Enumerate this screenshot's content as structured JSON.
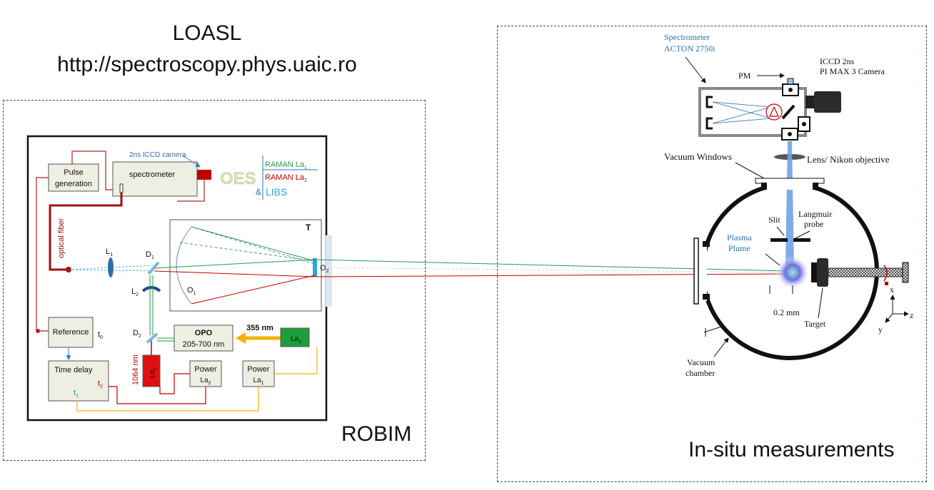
{
  "header": {
    "title": "LOASL",
    "url": "http://spectroscopy.phys.uaic.ro"
  },
  "left_panel": {
    "caption": "ROBIM",
    "pulse_generation": [
      "Pulse",
      "generation"
    ],
    "spectrometer": "spectrometer",
    "camera": "2ns ICCD camera",
    "oes": "OES",
    "raman_la1": "RAMAN La",
    "raman_la2": "RAMAN La",
    "amp": "&",
    "libs": "LIBS",
    "optical_fiber": "optical fiber",
    "l1": "L",
    "d1": "D",
    "l2": "L",
    "d2": "D",
    "o1": "O",
    "o2": "O",
    "t": "T",
    "reference": "Reference",
    "t0": "t",
    "time_delay": "Time delay",
    "t1": "t",
    "t2": "t",
    "opo": "OPO",
    "opo_range": "205-700 nm",
    "nm355": "355 nm",
    "la1": "La",
    "la2": "La",
    "nm1064": "1064 nm",
    "power": "Power",
    "power_la2": "La",
    "power_la1": "La",
    "sub1": "1",
    "sub2": "2",
    "sub0": "0"
  },
  "right_panel": {
    "caption": "In-situ measurements",
    "spectrometer": [
      "Spectrometer",
      "ACTON 2750i"
    ],
    "iccd": [
      "ICCD 2ns",
      "PI MAX 3 Camera"
    ],
    "pm": "PM",
    "vacuum_windows": "Vacuum Windows",
    "lens": "Lens/ Nikon objective",
    "slit": "Slit",
    "langmuir": [
      "Langmuir",
      "probe"
    ],
    "plasma": [
      "Plasma",
      "Plume"
    ],
    "distance": "0.2 mm",
    "target": "Target",
    "vacuum_chamber": [
      "Vacuum",
      "chamber"
    ],
    "axis_x": "x",
    "axis_y": "y",
    "axis_z": "z"
  },
  "colors": {
    "dark_red": "#b22222",
    "green": "#1f9e4a",
    "blue": "#3a78c9",
    "cyan": "#29a8e0",
    "gold": "#f0b400",
    "box_fill": "#efeee2",
    "oes_fill": "#d9e3b8"
  }
}
